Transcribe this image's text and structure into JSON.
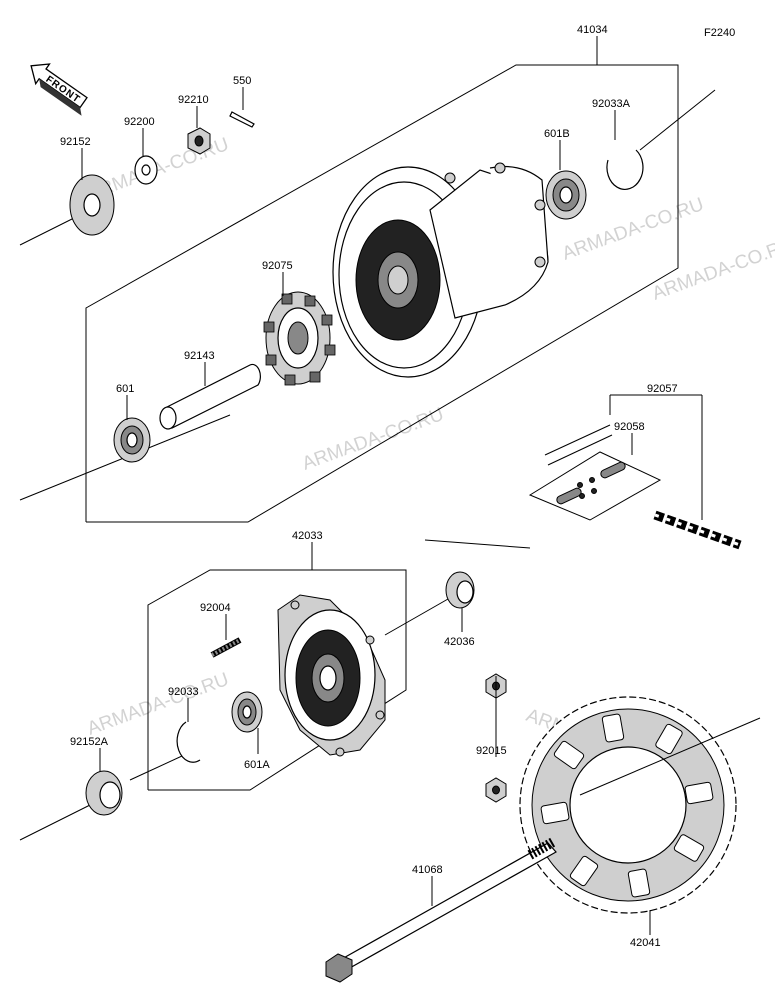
{
  "diagram": {
    "ref_code": "F2240",
    "front_label": "FRONT",
    "watermark": "ARMADA-CO.RU",
    "labels": {
      "p41034": "41034",
      "p92033A": "92033A",
      "p601B": "601B",
      "p92152": "92152",
      "p92200": "92200",
      "p92210": "92210",
      "p550": "550",
      "p92075": "92075",
      "p92143": "92143",
      "p601": "601",
      "p92057": "92057",
      "p92058": "92058",
      "p42033": "42033",
      "p92004": "92004",
      "p42036": "42036",
      "p92033": "92033",
      "p601A": "601A",
      "p92152A": "92152A",
      "p92015": "92015",
      "p41068": "41068",
      "p42041": "42041"
    }
  }
}
